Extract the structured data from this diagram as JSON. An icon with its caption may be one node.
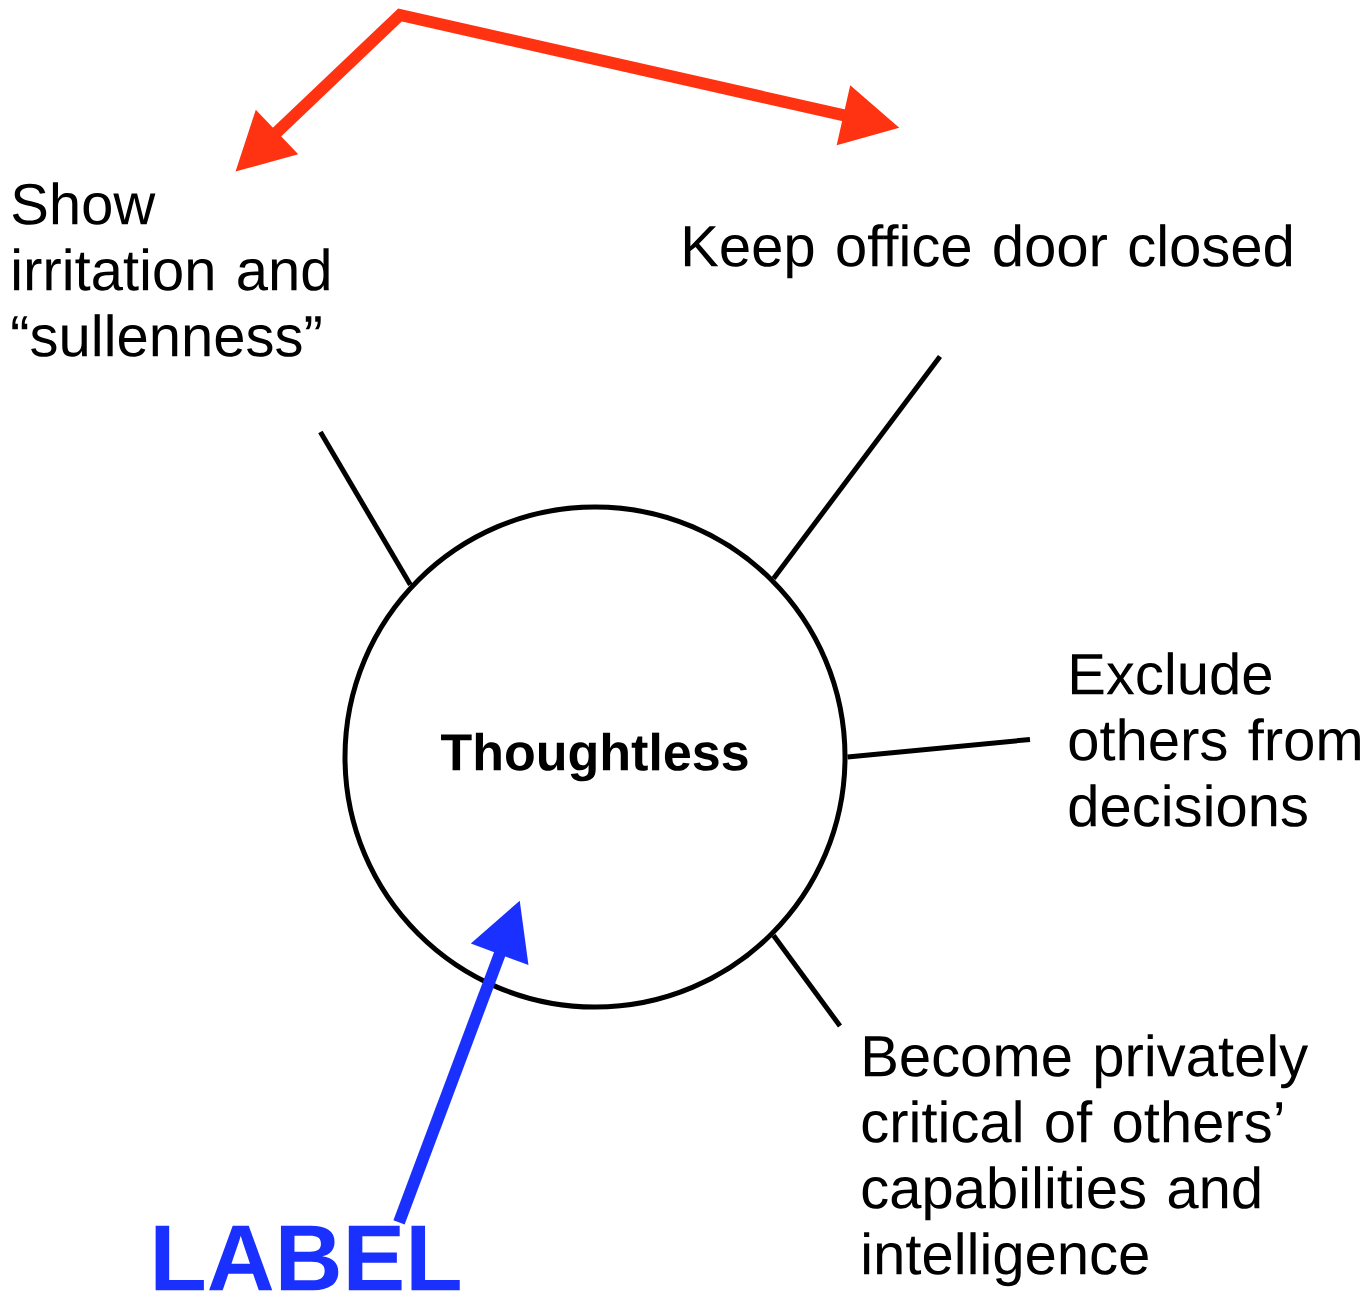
{
  "diagram": {
    "nodes": [
      {
        "text": [
          "Thoughtless"
        ]
      },
      {
        "text": [
          "Show irritation and “sullenness”"
        ]
      },
      {
        "text": [
          "Keep office door closed"
        ]
      },
      {
        "text": [
          "Exclude others from decisions"
        ]
      },
      {
        "text": [
          "Become privately critical of others’ capabilities and intelligence"
        ]
      },
      {
        "text": [
          "LABEL"
        ]
      }
    ],
    "edges": [
      {
        "from": 0,
        "to": 1,
        "arrow": "none"
      },
      {
        "from": 0,
        "to": 2,
        "arrow": "none"
      },
      {
        "from": 0,
        "to": 3,
        "arrow": "none"
      },
      {
        "from": 0,
        "to": 4,
        "arrow": "none"
      },
      {
        "from": 1,
        "to": 2,
        "arrow": "both",
        "style": "thick",
        "color": "#ff3311"
      },
      {
        "from": 5,
        "to": 0,
        "arrow": "to",
        "style": "thick",
        "color": "#1a30ff"
      }
    ]
  }
}
